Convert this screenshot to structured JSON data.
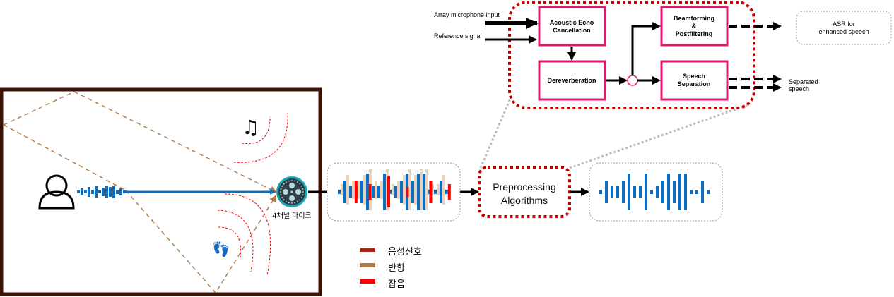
{
  "title": "Multichannel speech preprocessing pipeline",
  "room": {
    "mic_label": "4채널 마이크",
    "sources": [
      "person-speaker",
      "music-noise",
      "footsteps-noise"
    ]
  },
  "legend": {
    "items": [
      {
        "label": "음성신호",
        "color": "#a52a1a"
      },
      {
        "label": "반향",
        "color": "#b07a48"
      },
      {
        "label": "잡음",
        "color": "#ff0000"
      }
    ]
  },
  "preprocess": {
    "label_line1": "Preprocessing",
    "label_line2": "Algorithms"
  },
  "detail": {
    "inputs": [
      "Array microphone input",
      "Reference signal"
    ],
    "blocks": {
      "aec": [
        "Acoustic Echo",
        "Cancellation"
      ],
      "dereverb": [
        "Dereverberation"
      ],
      "beamforming": [
        "Beamforming",
        "&",
        "Postfiltering"
      ],
      "separation": [
        "Speech",
        "Separation"
      ]
    },
    "outputs": {
      "asr": [
        "ASR for",
        "enhanced speech"
      ],
      "separated": [
        "Separated",
        "speech"
      ]
    }
  },
  "colors": {
    "room_border": "#3d1206",
    "block_border": "#e6186d",
    "dotted_red": "#c00000",
    "wave_blue": "#0a6fc2",
    "reverb_tan": "#e8d3bf",
    "noise_red": "#ff0000",
    "reflection_path": "#b07a48",
    "mic_teal": "#1aa9b4"
  }
}
